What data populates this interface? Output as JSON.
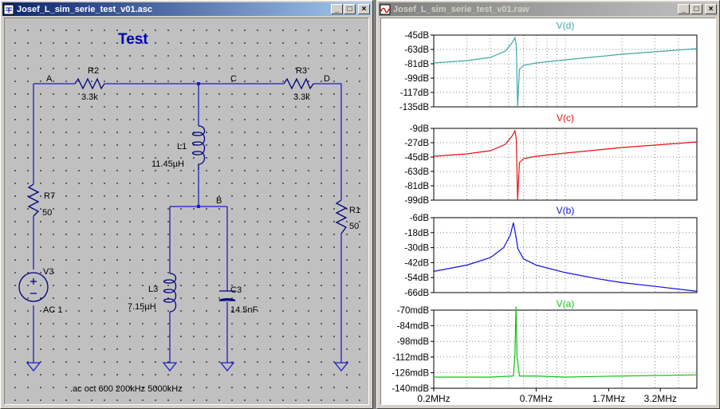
{
  "schematic_window": {
    "title": "Josef_L_sim_serie_test_v01.asc",
    "buttons": {
      "minimize": "_",
      "restore": "□",
      "close": "×"
    },
    "heading": "Test",
    "directive": ".ac oct 600 200kHz 5000kHz",
    "nodes": {
      "a": "A",
      "b": "B",
      "c": "C",
      "d": "D"
    },
    "components": {
      "r2": {
        "name": "R2",
        "value": "3.3k"
      },
      "r3": {
        "name": "R3",
        "value": "3.3k"
      },
      "r7": {
        "name": "R7",
        "value": "50"
      },
      "r1": {
        "name": "R1",
        "value": "50"
      },
      "l1": {
        "name": "L1",
        "value": "11.45µH"
      },
      "l3": {
        "name": "L3",
        "value": "7.15µH"
      },
      "c3": {
        "name": "C3",
        "value": "14.5nF"
      },
      "v3": {
        "name": "V3",
        "value": "AC 1"
      }
    },
    "colors": {
      "wire": "#1c1cc8",
      "component": "#000080",
      "heading": "#0000c0"
    }
  },
  "waveform_window": {
    "title": "Josef_L_sim_serie_test_v01.raw",
    "buttons": {
      "minimize": "_",
      "restore": "□",
      "close": "×"
    }
  },
  "chart_data": [
    {
      "type": "line",
      "title": "V(d)",
      "color": "#3fa8a8",
      "x_scale": "log",
      "xlim": [
        200000,
        5000000
      ],
      "ylim": [
        -135,
        -45
      ],
      "yticks": [
        "-45dB",
        "-63dB",
        "-81dB",
        "-99dB",
        "-117dB",
        "-135dB"
      ],
      "series": [
        {
          "name": "V(d)",
          "x": [
            200000,
            300000,
            400000,
            480000,
            520000,
            540000,
            549000,
            558000,
            570000,
            600000,
            700000,
            1000000,
            1500000,
            2000000,
            3000000,
            5000000
          ],
          "y": [
            -80,
            -77,
            -73,
            -65,
            -55,
            -48,
            -58,
            -135,
            -88,
            -83,
            -80,
            -76,
            -72,
            -69,
            -66,
            -62
          ]
        }
      ]
    },
    {
      "type": "line",
      "title": "V(c)",
      "color": "#e81010",
      "x_scale": "log",
      "xlim": [
        200000,
        5000000
      ],
      "ylim": [
        -99,
        -9
      ],
      "yticks": [
        "-9dB",
        "-27dB",
        "-45dB",
        "-63dB",
        "-81dB",
        "-99dB"
      ],
      "series": [
        {
          "name": "V(c)",
          "x": [
            200000,
            300000,
            400000,
            480000,
            520000,
            540000,
            549000,
            558000,
            570000,
            600000,
            700000,
            1000000,
            1500000,
            2000000,
            3000000,
            5000000
          ],
          "y": [
            -44,
            -41,
            -37,
            -29,
            -19,
            -12,
            -22,
            -99,
            -52,
            -47,
            -44,
            -40,
            -36,
            -33,
            -30,
            -26
          ]
        }
      ]
    },
    {
      "type": "line",
      "title": "V(b)",
      "color": "#1010e0",
      "x_scale": "log",
      "xlim": [
        200000,
        5000000
      ],
      "ylim": [
        -66,
        -6
      ],
      "yticks": [
        "-6dB",
        "-18dB",
        "-30dB",
        "-42dB",
        "-54dB",
        "-66dB"
      ],
      "series": [
        {
          "name": "V(b)",
          "x": [
            200000,
            300000,
            400000,
            470000,
            510000,
            530000,
            545000,
            560000,
            600000,
            700000,
            1000000,
            1500000,
            2000000,
            3000000,
            5000000
          ],
          "y": [
            -49,
            -44,
            -38,
            -30,
            -20,
            -10,
            -20,
            -31,
            -39,
            -44,
            -50,
            -55,
            -58,
            -61,
            -65
          ]
        }
      ]
    },
    {
      "type": "line",
      "title": "V(a)",
      "color": "#10c010",
      "x_scale": "log",
      "xlim": [
        200000,
        5000000
      ],
      "ylim": [
        -140,
        -70
      ],
      "x_ticklabels": [
        "0.2MHz",
        "0.7MHz",
        "1.7MHz",
        "3.2MHz"
      ],
      "x_tick_values": [
        200000,
        700000,
        1700000,
        3200000
      ],
      "yticks": [
        "-70mdB",
        "-84mdB",
        "-98mdB",
        "-112mdB",
        "-126mdB",
        "-140mdB"
      ],
      "series": [
        {
          "name": "V(a)",
          "x": [
            200000,
            400000,
            530000,
            540000,
            547000,
            554000,
            570000,
            700000,
            1000000,
            2000000,
            5000000
          ],
          "y": [
            -130,
            -130,
            -129,
            -110,
            -67,
            -112,
            -129,
            -129,
            -130,
            -129,
            -128
          ]
        }
      ]
    }
  ]
}
